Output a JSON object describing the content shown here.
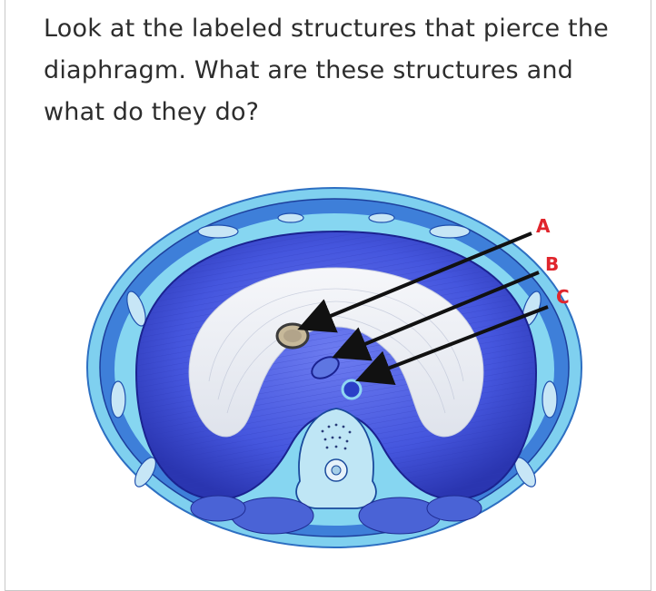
{
  "question": {
    "text": "Look at the labeled structures that pierce the diaphragm. What are these structures and what do they do?"
  },
  "figure": {
    "labels": {
      "a": "A",
      "b": "B",
      "c": "C"
    },
    "colors": {
      "muscle": "#3b4fd8",
      "tendon": "#eef0f4",
      "fascia": "#7fd0ef",
      "label": "#e0252c",
      "arrow": "#111111"
    }
  }
}
